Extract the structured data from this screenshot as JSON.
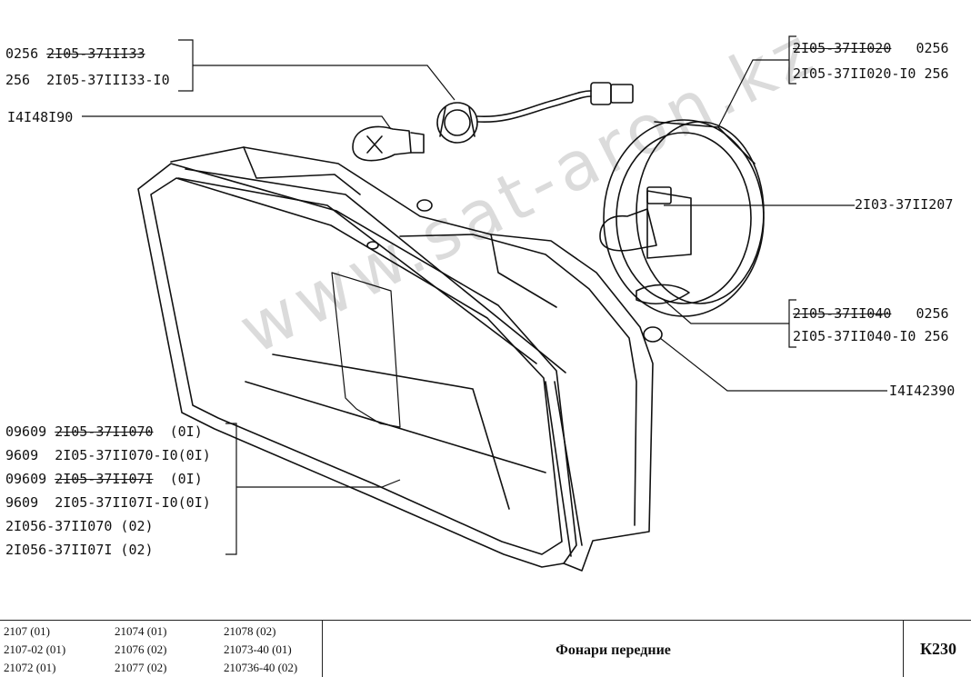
{
  "watermark": "www.sat-aron.kz",
  "labels": {
    "l1": "0256",
    "l1b": "2I05-37III33",
    "l2": "256",
    "l2b": "2I05-37III33-I0",
    "l3": "I4I48I90",
    "r1": "2I05-37II020",
    "r1b": "0256",
    "r2": "2I05-37II020-I0 256",
    "r3": "2I03-37II207",
    "r4": "2I05-37II040",
    "r4b": "0256",
    "r5": "2I05-37II040-I0 256",
    "r6": "I4I42390",
    "b1a": "09609",
    "b1b": "2I05-37II070",
    "b1c": "(0I)",
    "b2a": "9609",
    "b2b": "2I05-37II070-I0(0I)",
    "b3a": "09609",
    "b3b": "2I05-37II07I",
    "b3c": "(0I)",
    "b4a": "9609",
    "b4b": "2I05-37II07I-I0(0I)",
    "b5": "2I056-37II070 (02)",
    "b6": "2I056-37II07I (02)"
  },
  "footer": {
    "models": [
      [
        "2107 (01)",
        "21074 (01)",
        "21078 (02)"
      ],
      [
        "2107-02 (01)",
        "21076 (02)",
        "21073-40 (01)"
      ],
      [
        "21072 (01)",
        "21077 (02)",
        "210736-40 (02)"
      ]
    ],
    "title": "Фонари передние",
    "code": "К230"
  }
}
